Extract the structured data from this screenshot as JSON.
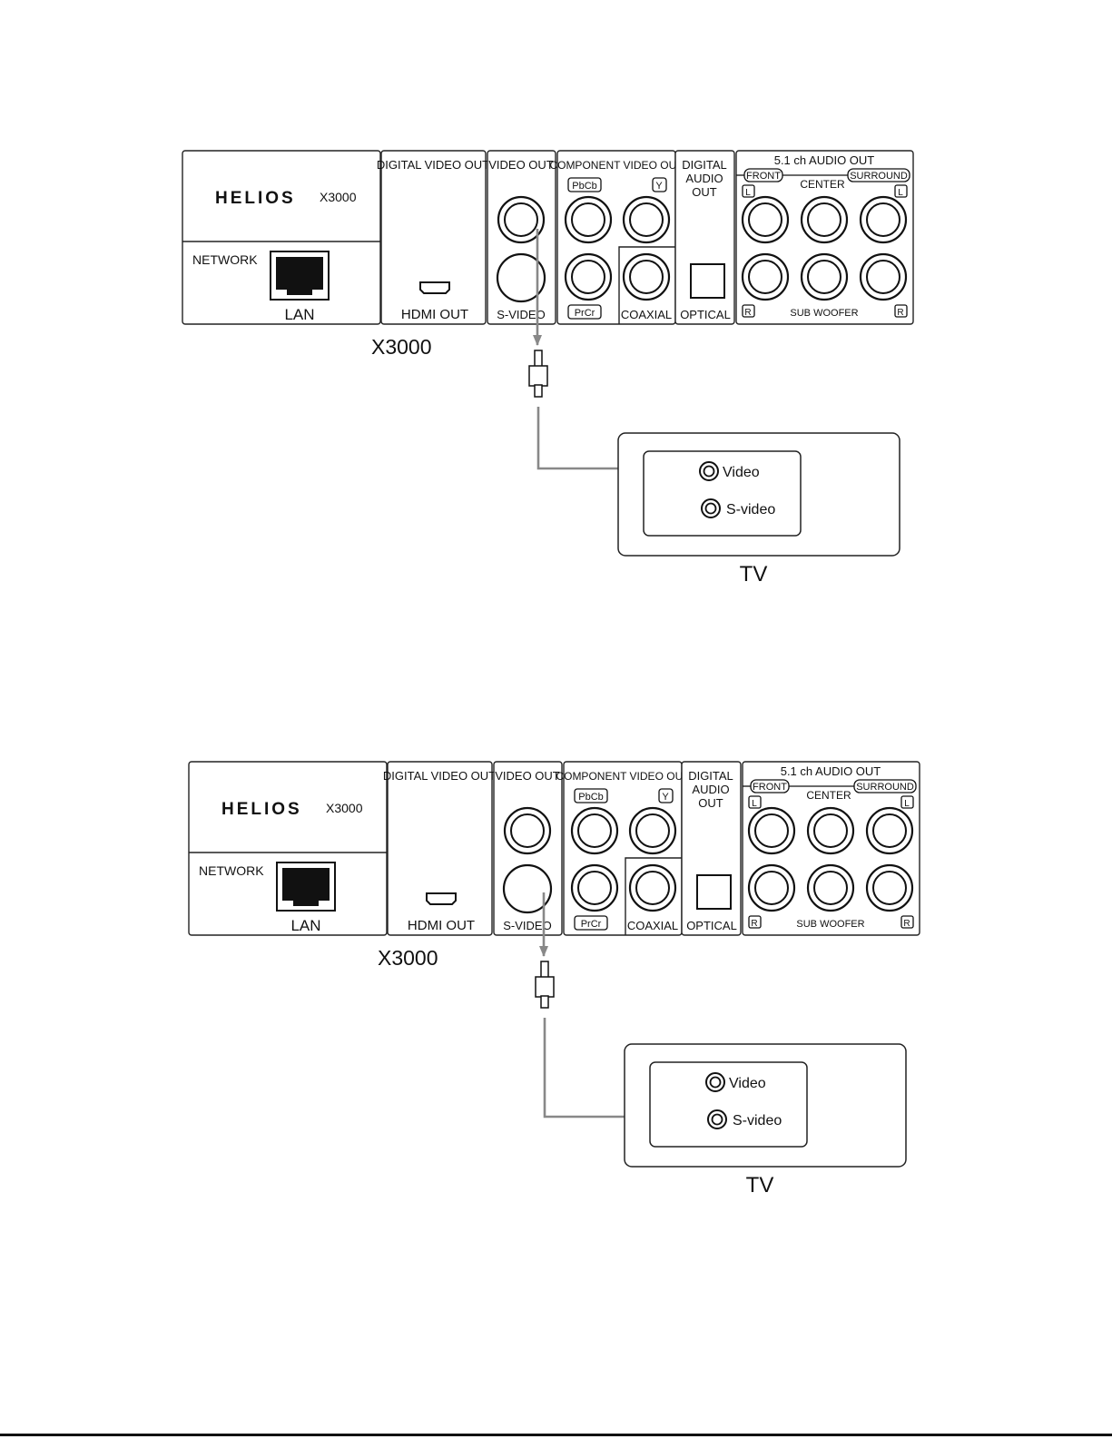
{
  "diagrams": [
    {
      "id": "video",
      "panel": {
        "brand": "HELIOS",
        "model_small": "X3000",
        "network": "NETWORK",
        "lan": "LAN",
        "digital_video_out": "DIGITAL VIDEO OUT",
        "hdmi_out": "HDMI OUT",
        "video_out": "VIDEO OUT",
        "s_video": "S-VIDEO",
        "component_video_out": "COMPONENT VIDEO OUT",
        "pb_cb": "PbCb",
        "y": "Y",
        "pr_cr": "PrCr",
        "coaxial": "COAXIAL",
        "digital_audio_out_1": "DIGITAL",
        "digital_audio_out_2": "AUDIO",
        "digital_audio_out_3": "OUT",
        "optical": "OPTICAL",
        "audio_out_5_1": "5.1 ch AUDIO OUT",
        "front": "FRONT",
        "center": "CENTER",
        "surround": "SURROUND",
        "l": "L",
        "r": "R",
        "sub_woofer": "SUB WOOFER"
      },
      "device_label": "X3000",
      "tv": {
        "video": "Video",
        "s_video": "S-video",
        "label": "TV"
      },
      "connection": "video"
    },
    {
      "id": "s-video",
      "panel": {
        "brand": "HELIOS",
        "model_small": "X3000",
        "network": "NETWORK",
        "lan": "LAN",
        "digital_video_out": "DIGITAL VIDEO OUT",
        "hdmi_out": "HDMI OUT",
        "video_out": "VIDEO OUT",
        "s_video": "S-VIDEO",
        "component_video_out": "COMPONENT VIDEO OUT",
        "pb_cb": "PbCb",
        "y": "Y",
        "pr_cr": "PrCr",
        "coaxial": "COAXIAL",
        "digital_audio_out_1": "DIGITAL",
        "digital_audio_out_2": "AUDIO",
        "digital_audio_out_3": "OUT",
        "optical": "OPTICAL",
        "audio_out_5_1": "5.1 ch AUDIO OUT",
        "front": "FRONT",
        "center": "CENTER",
        "surround": "SURROUND",
        "l": "L",
        "r": "R",
        "sub_woofer": "SUB WOOFER"
      },
      "device_label": "X3000",
      "tv": {
        "video": "Video",
        "s_video": "S-video",
        "label": "TV"
      },
      "connection": "s-video"
    }
  ]
}
